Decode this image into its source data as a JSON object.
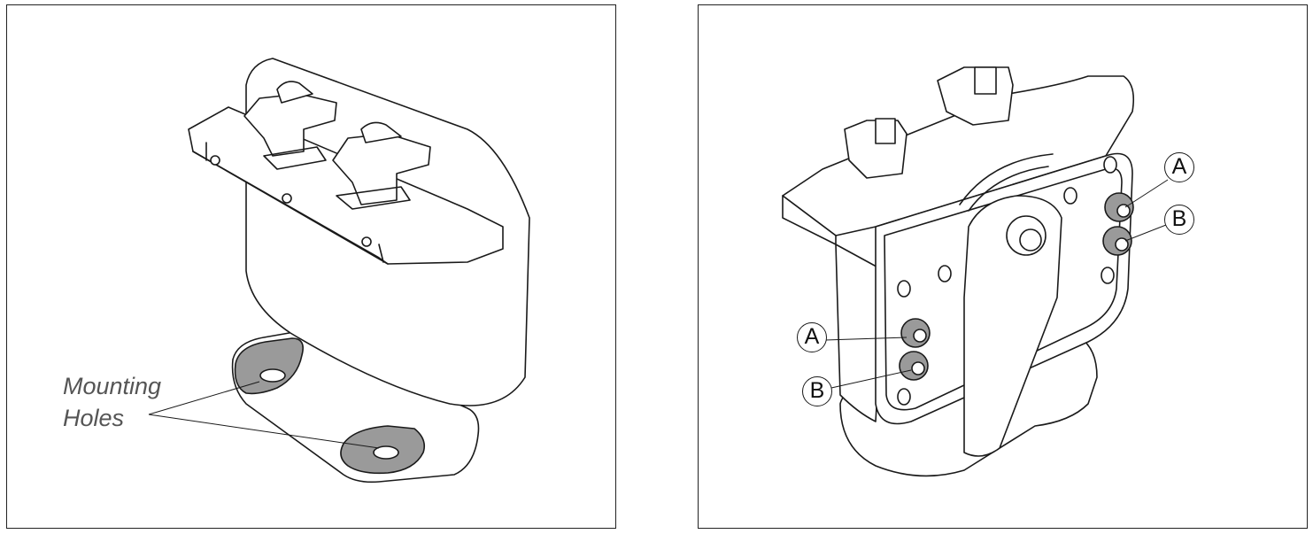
{
  "left_panel": {
    "label_line1": "Mounting",
    "label_line2": "Holes"
  },
  "right_panel": {
    "callouts": [
      "A",
      "B",
      "A",
      "B"
    ]
  },
  "colors": {
    "ink": "#1a1a1a",
    "highlight_fill": "#9a9a9a",
    "label_text": "#555555"
  }
}
